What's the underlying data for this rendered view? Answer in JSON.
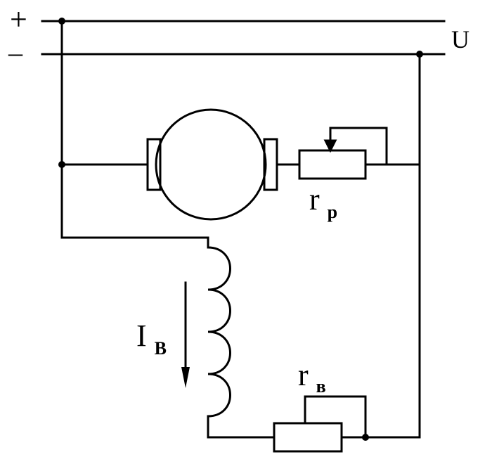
{
  "diagram": {
    "supply": {
      "plus_label": "+",
      "minus_label": "–",
      "voltage_label": "U"
    },
    "components": {
      "armature_resistor": {
        "symbol": "r",
        "subscript": "р"
      },
      "field_resistor": {
        "symbol": "r",
        "subscript": "в"
      },
      "field_current": {
        "symbol": "I",
        "subscript": "В"
      }
    },
    "line_color": "#000000",
    "background_color": "#ffffff"
  }
}
